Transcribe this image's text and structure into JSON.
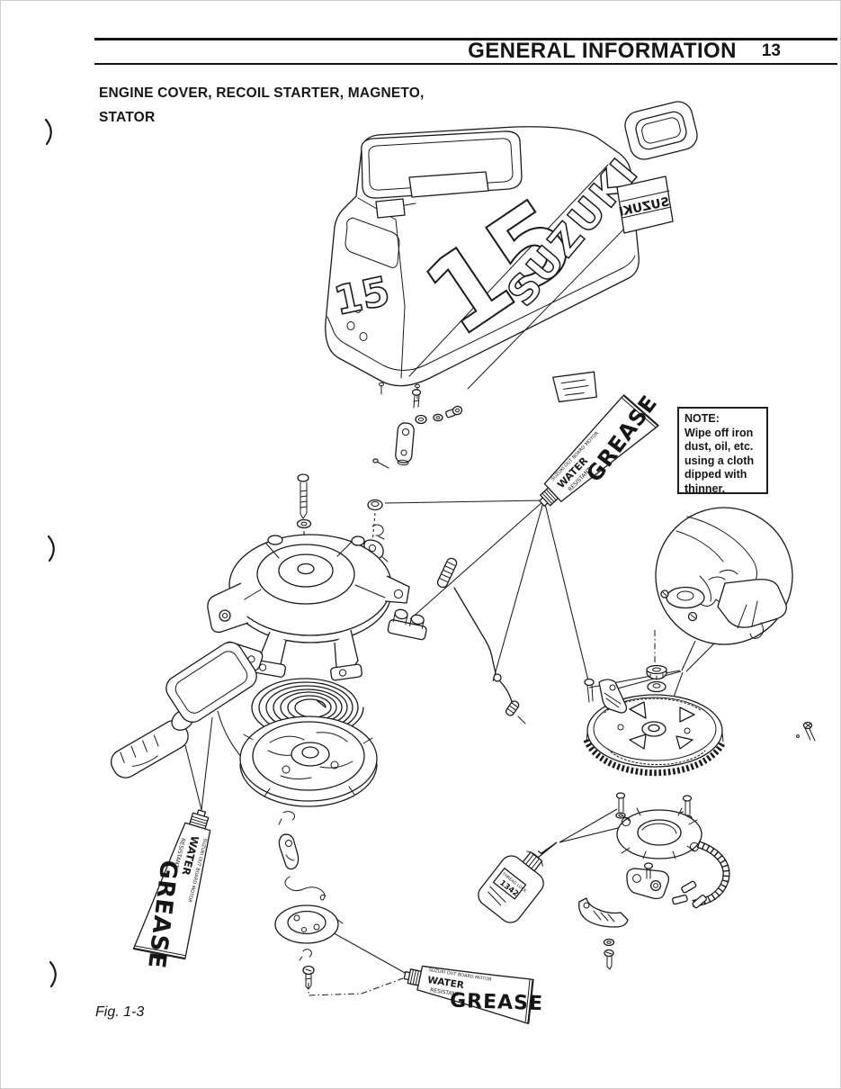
{
  "page": {
    "paper_color": "#ffffff",
    "ink_color": "#1a1a1a"
  },
  "header": {
    "title": "GENERAL INFORMATION",
    "page_number": "13"
  },
  "section": {
    "title_line1": "ENGINE COVER, RECOIL STARTER, MAGNETO,",
    "title_line2": "STATOR"
  },
  "note_box": {
    "label": "NOTE:",
    "lines": [
      "Wipe off iron",
      "dust, oil, etc.",
      "using a cloth",
      "dipped with",
      "thinner."
    ]
  },
  "engine_cover": {
    "side_number": "15",
    "side_brand": "SUZUKI",
    "front_number": "15",
    "emblem_text": "SUZUKI"
  },
  "grease_tube": {
    "brand": "SUZUKI OUT BOARD MOTOR",
    "water": "WATER",
    "resistant": "RESISTANT",
    "product": "GREASE"
  },
  "thread_lock": {
    "title": "THREAD LOCK",
    "code": "1342"
  },
  "figure": {
    "caption": "Fig. 1-3"
  }
}
